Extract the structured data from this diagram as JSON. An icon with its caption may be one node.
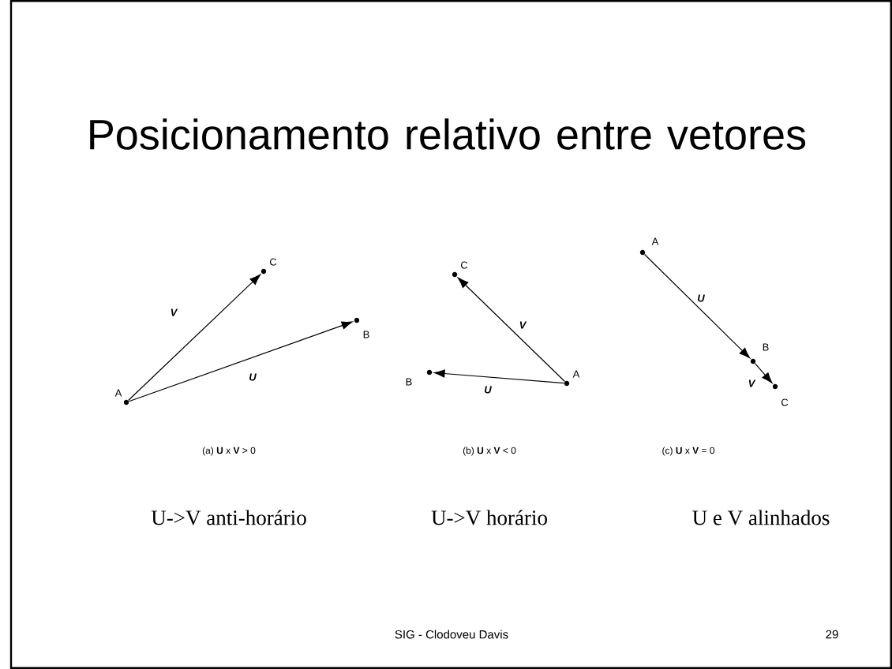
{
  "diagram": {
    "title": "Posicionamento relativo entre vetores",
    "nodes": [
      {
        "text": [
          "A"
        ]
      },
      {
        "text": [
          "C"
        ]
      },
      {
        "text": [
          "B"
        ]
      },
      {
        "text": [
          "C"
        ]
      },
      {
        "text": [
          "B"
        ]
      },
      {
        "text": [
          "A"
        ]
      },
      {
        "text": [
          "A"
        ]
      },
      {
        "text": [
          "B"
        ]
      },
      {
        "text": [
          "C"
        ]
      }
    ],
    "edges": [
      {
        "from": 0,
        "to": 1,
        "arrow": "to",
        "label": "V"
      },
      {
        "from": 0,
        "to": 2,
        "arrow": "to",
        "label": "U"
      },
      {
        "from": 5,
        "to": 3,
        "arrow": "to",
        "label": "V"
      },
      {
        "from": 5,
        "to": 4,
        "arrow": "to",
        "label": "U"
      },
      {
        "from": 6,
        "to": 7,
        "arrow": "to",
        "label": "U"
      },
      {
        "from": 7,
        "to": 8,
        "arrow": "to",
        "label": "V"
      }
    ],
    "labels": [
      "(a) **U** x **V** > 0",
      "(b) **U** x **V** < 0",
      "(c) **U** x **V** = 0",
      "U->V anti-horário",
      "U->V horário",
      "U e V alinhados",
      "SIG - Clodoveu Davis",
      "29"
    ]
  }
}
